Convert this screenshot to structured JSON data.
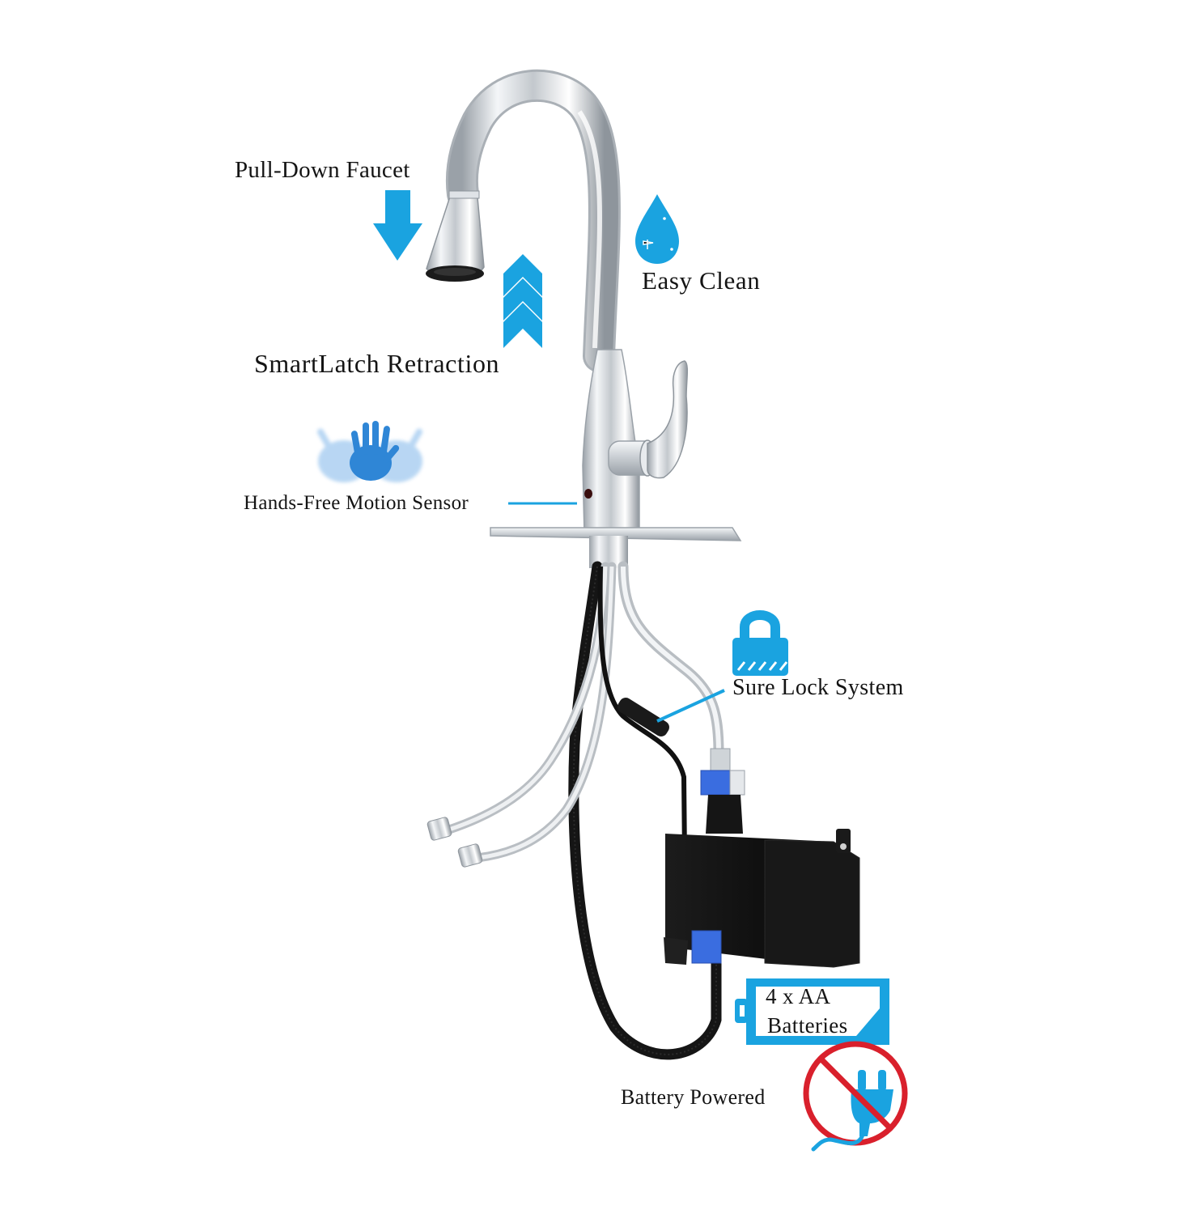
{
  "features": {
    "pull_down": {
      "label": "Pull-Down Faucet",
      "icon": "arrow-down-icon"
    },
    "smartlatch": {
      "label": "SmartLatch Retraction",
      "icon": "chevrons-up-icon"
    },
    "easy_clean": {
      "label": "Easy Clean",
      "icon": "water-drop-icon"
    },
    "hands_free": {
      "label": "Hands-Free Motion Sensor",
      "icon": "waving-hands-icon"
    },
    "sure_lock": {
      "label": "Sure Lock System",
      "icon": "padlock-icon"
    },
    "batteries": {
      "line1": "4 x AA",
      "line2": "Batteries",
      "icon": "battery-icon"
    },
    "battery_powered": {
      "label": "Battery Powered",
      "icon": "no-plug-icon"
    }
  },
  "colors": {
    "accent_blue": "#1aa3e0",
    "prohibit_red": "#d9202c",
    "chrome": "#c9ced3",
    "control_box": "#111111",
    "connector_blue": "#3a6de0"
  }
}
